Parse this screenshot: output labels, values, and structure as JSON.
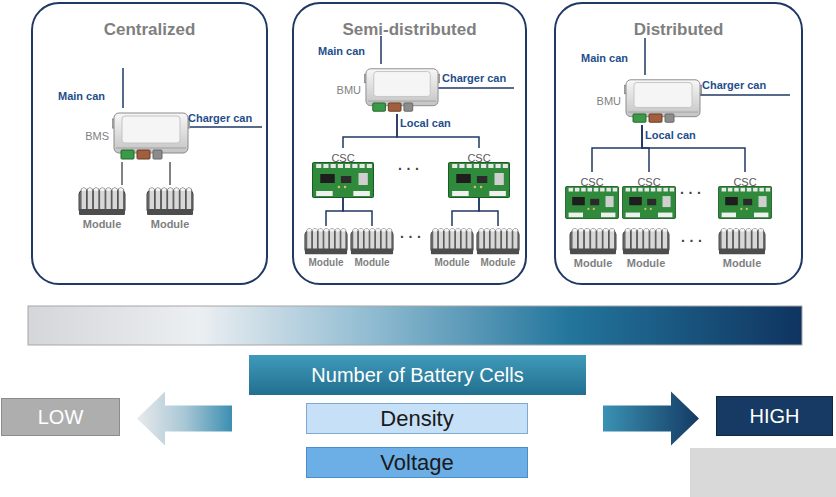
{
  "diagram": {
    "nodes": [
      {
        "text": [
          "Centralized"
        ]
      },
      {
        "text": [
          "BMS"
        ],
        "in": 0
      },
      {
        "text": [
          "Module"
        ],
        "in": 0
      },
      {
        "text": [
          "Module"
        ],
        "in": 0
      },
      {
        "text": [
          "Semi-distributed"
        ]
      },
      {
        "text": [
          "BMU"
        ],
        "in": 4
      },
      {
        "text": [
          "CSC"
        ],
        "in": 4
      },
      {
        "text": [
          "CSC"
        ],
        "in": 4
      },
      {
        "text": [
          "Module"
        ],
        "in": 4
      },
      {
        "text": [
          "Module"
        ],
        "in": 4
      },
      {
        "text": [
          "Module"
        ],
        "in": 4
      },
      {
        "text": [
          "Module"
        ],
        "in": 4
      },
      {
        "text": [
          "Distributed"
        ]
      },
      {
        "text": [
          "BMU"
        ],
        "in": 12
      },
      {
        "text": [
          "CSC"
        ],
        "in": 12
      },
      {
        "text": [
          "CSC"
        ],
        "in": 12
      },
      {
        "text": [
          "CSC"
        ],
        "in": 12
      },
      {
        "text": [
          "Module"
        ],
        "in": 12
      },
      {
        "text": [
          "Module"
        ],
        "in": 12
      },
      {
        "text": [
          "Module"
        ],
        "in": 12
      },
      {
        "text": [
          "Number of Battery Cells"
        ]
      },
      {
        "text": [
          "Density"
        ]
      },
      {
        "text": [
          "Voltage"
        ]
      },
      {
        "text": [
          "LOW"
        ]
      },
      {
        "text": [
          "HIGH"
        ]
      }
    ],
    "edges": [
      {
        "from": 1,
        "to": 2,
        "arrow": "none"
      },
      {
        "from": 1,
        "to": 3,
        "arrow": "none"
      },
      {
        "from": 5,
        "to": 6,
        "arrow": "none"
      },
      {
        "from": 5,
        "to": 7,
        "arrow": "none"
      },
      {
        "from": 6,
        "to": 8,
        "arrow": "none"
      },
      {
        "from": 6,
        "to": 9,
        "arrow": "none"
      },
      {
        "from": 7,
        "to": 10,
        "arrow": "none"
      },
      {
        "from": 7,
        "to": 11,
        "arrow": "none"
      },
      {
        "from": 13,
        "to": 14,
        "arrow": "none"
      },
      {
        "from": 13,
        "to": 15,
        "arrow": "none"
      },
      {
        "from": 13,
        "to": 16,
        "arrow": "none"
      },
      {
        "from": 21,
        "to": 23,
        "arrow": "to"
      },
      {
        "from": 21,
        "to": 24,
        "arrow": "to"
      }
    ],
    "labels": [
      "Main can",
      "Charger can",
      "Main can",
      "Charger can",
      "Local can",
      "· · ·",
      "· · ·",
      "Main can",
      "Charger can",
      "Local can",
      "· · ·",
      "· · ·"
    ]
  }
}
